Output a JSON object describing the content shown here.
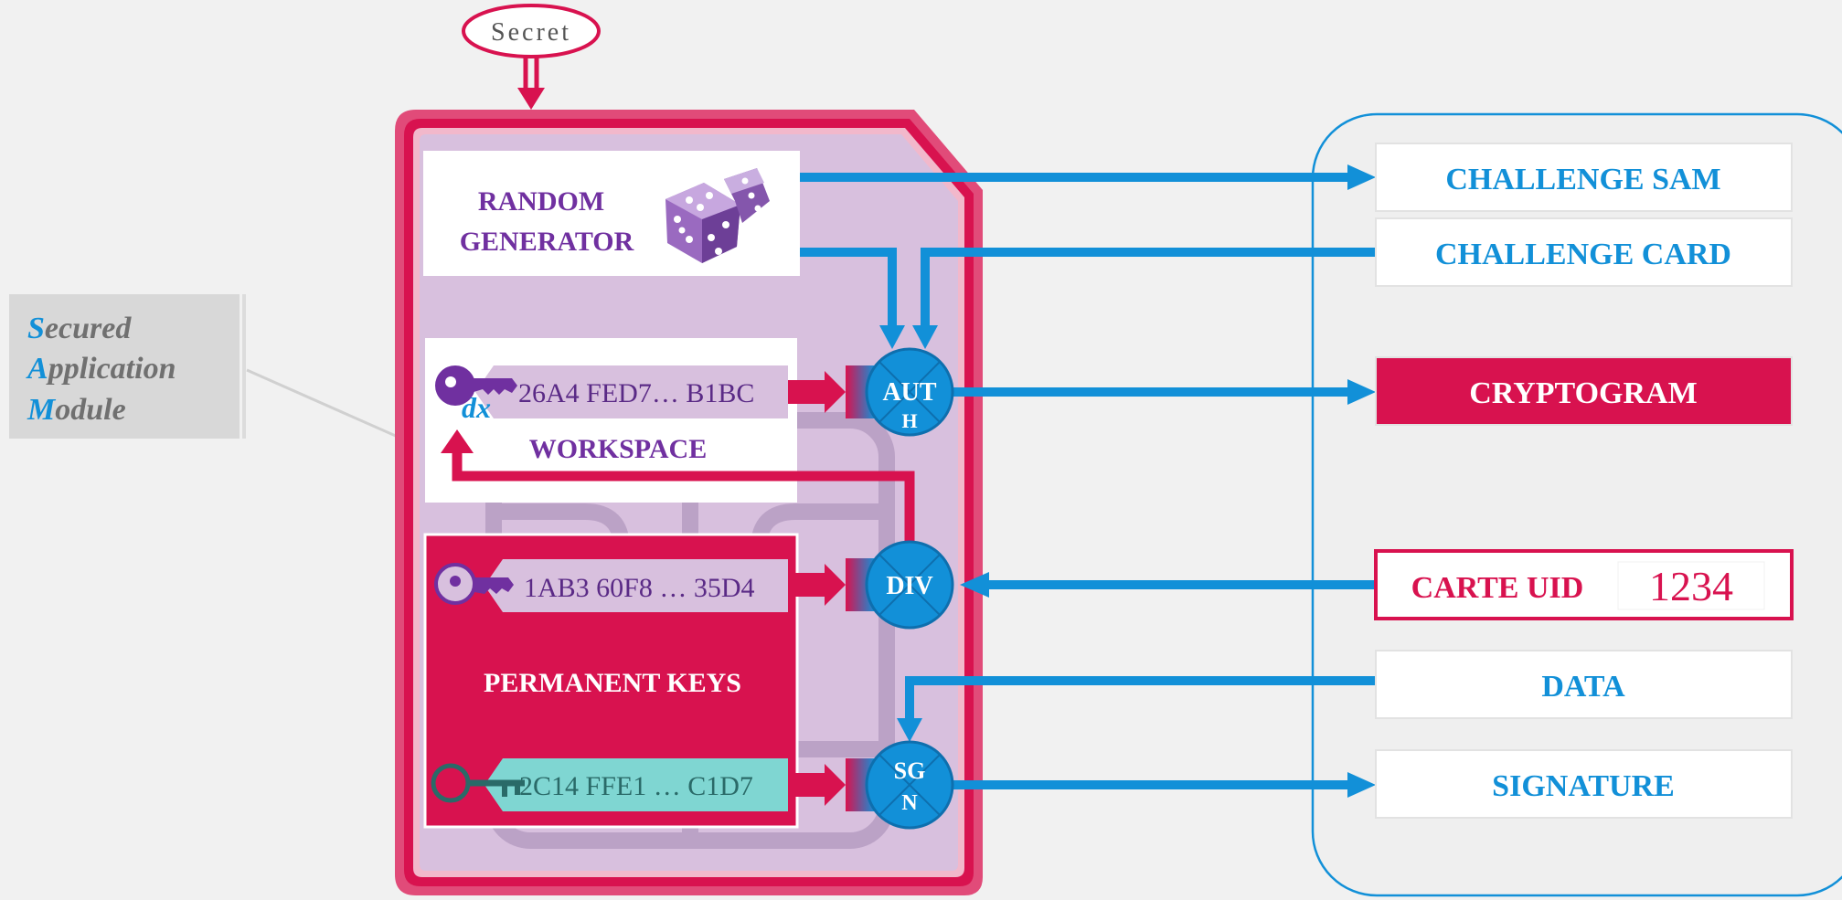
{
  "secret_label": "Secret",
  "sam_caption": [
    {
      "initial": "S",
      "rest": "ecured"
    },
    {
      "initial": "A",
      "rest": "pplication"
    },
    {
      "initial": "M",
      "rest": "odule"
    }
  ],
  "random_generator": {
    "line1": "RANDOM",
    "line2": "GENERATOR"
  },
  "workspace": {
    "key_value": "26A4 FED7… B1BC",
    "key_symbol": "dx",
    "label": "WORKSPACE"
  },
  "permanent_keys": {
    "label": "PERMANENT KEYS",
    "key1": "1AB3 60F8 … 35D4",
    "key2": "2C14 FFE1 … C1D7"
  },
  "operations": {
    "auth": {
      "line1": "AUT",
      "line2": "H"
    },
    "div": {
      "line1": "DIV"
    },
    "sgn": {
      "line1": "SG",
      "line2": "N"
    }
  },
  "card_side": {
    "challenge_sam": "CHALLENGE SAM",
    "challenge_card": "CHALLENGE CARD",
    "cryptogram": "CRYPTOGRAM",
    "carte_uid_label": "CARTE UID",
    "carte_uid_value": "1234",
    "data": "DATA",
    "signature": "SIGNATURE"
  },
  "colors": {
    "magenta": "#d8124f",
    "blue": "#1290d8",
    "purple": "#7030a0",
    "lavender": "#d8c0de",
    "teal": "#7fd6d2"
  },
  "icons": [
    "dice-icon",
    "key-icon",
    "teal-key-icon"
  ]
}
